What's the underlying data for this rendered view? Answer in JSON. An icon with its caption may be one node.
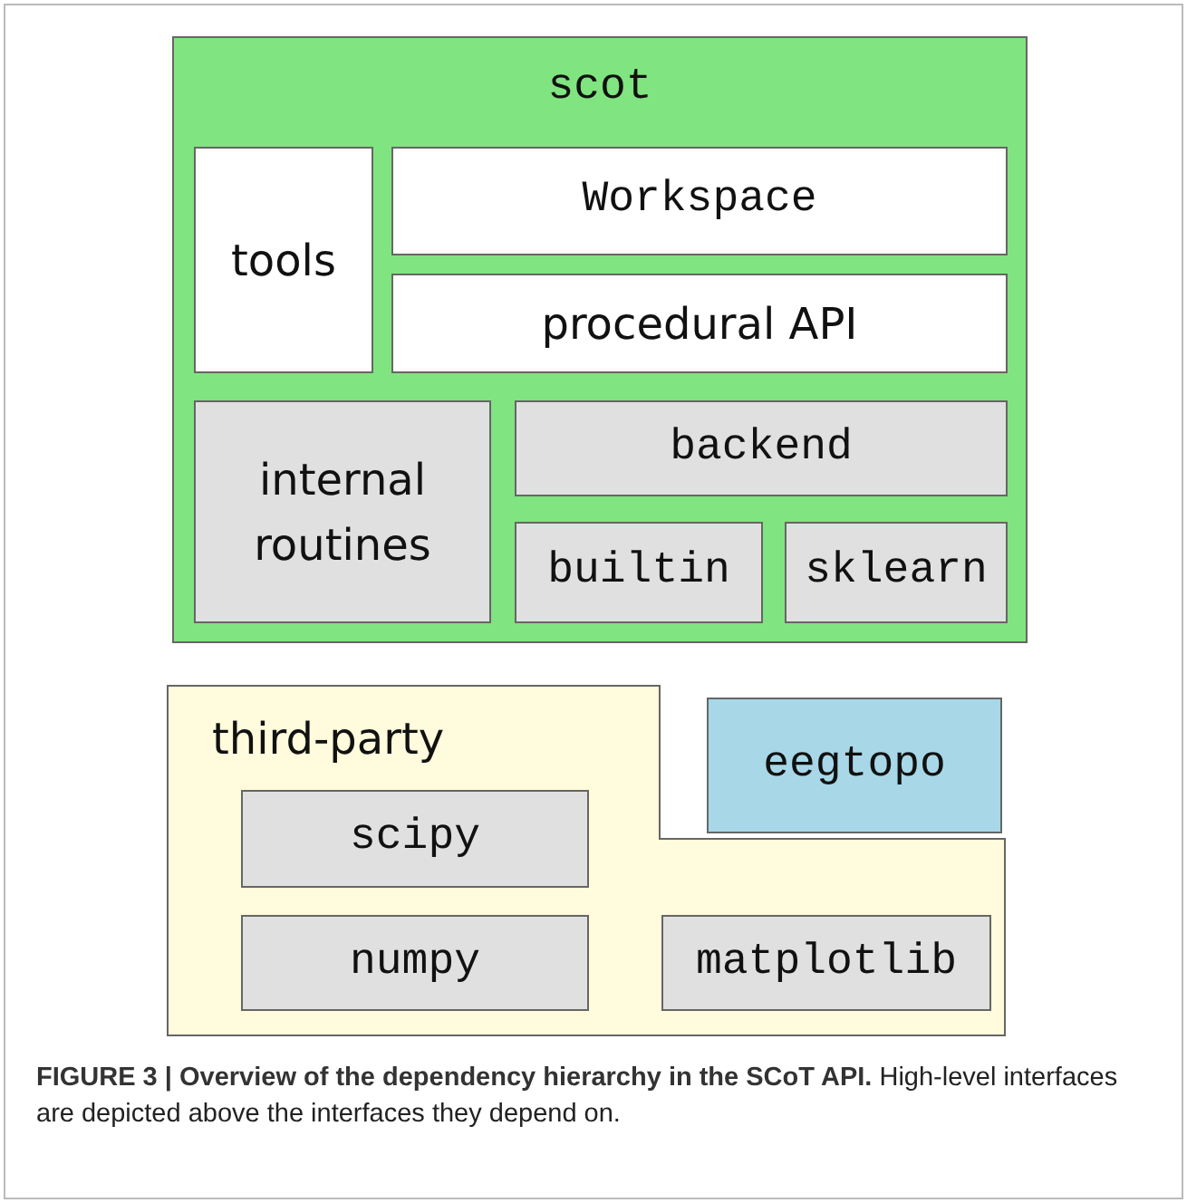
{
  "diagram": {
    "caption": "**FIGURE 3 | Overview of the dependency hierarchy in the SCoT API.** High-level interfaces are depicted above the interfaces they depend on.",
    "nodes": [
      {
        "text": [
          "scot"
        ]
      },
      {
        "text": [
          "tools"
        ],
        "in": 0
      },
      {
        "text": [
          "Workspace"
        ],
        "in": 0
      },
      {
        "text": [
          "procedural API"
        ],
        "in": 0
      },
      {
        "text": [
          "internal routines"
        ],
        "in": 0
      },
      {
        "text": [
          "backend"
        ],
        "in": 0
      },
      {
        "text": [
          "builtin"
        ],
        "in": 0
      },
      {
        "text": [
          "sklearn"
        ],
        "in": 0
      },
      {
        "text": [
          "third-party"
        ]
      },
      {
        "text": [
          "scipy"
        ],
        "in": 8
      },
      {
        "text": [
          "numpy"
        ],
        "in": 8
      },
      {
        "text": [
          "matplotlib"
        ],
        "in": 8
      },
      {
        "text": [
          "eegtopo"
        ]
      }
    ],
    "edges": []
  }
}
